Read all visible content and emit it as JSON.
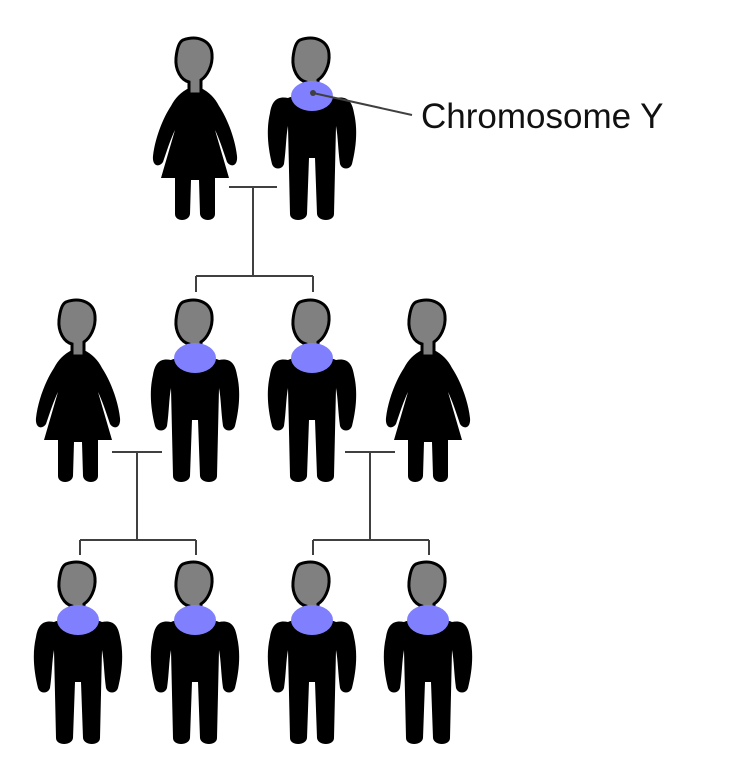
{
  "annotation": {
    "label": "Chromosome Y"
  },
  "colors": {
    "body": "#000000",
    "head": "#808080",
    "chromosome_y": "#8080ff",
    "connector": "#404040"
  },
  "generations": [
    {
      "generation": 1,
      "people": [
        "female",
        "male"
      ]
    },
    {
      "generation": 2,
      "people": [
        "female",
        "male",
        "male",
        "female"
      ]
    },
    {
      "generation": 3,
      "people": [
        "male",
        "male",
        "male",
        "male"
      ]
    }
  ]
}
